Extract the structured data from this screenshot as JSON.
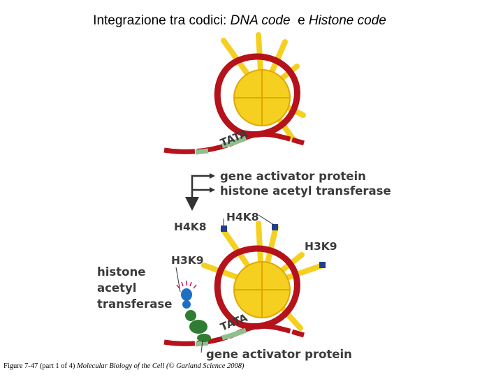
{
  "title": {
    "prefix": "Integrazione tra codici: ",
    "dna_code": "DNA code",
    "connector": "  e ",
    "histone_code": "Histone code"
  },
  "labels": {
    "tata_top": "TATA",
    "tata_bottom": "TATA",
    "gene_activator_protein": "gene activator protein",
    "histone_acetyl_transferase": "histone acetyl transferase",
    "h4k8_left": "H4K8",
    "h4k8_top": "H4K8",
    "h3k9_right": "H3K9",
    "h3k9_left": "H3K9",
    "hat_line1": "histone",
    "hat_line2": "acetyl",
    "hat_line3": "transferase",
    "gene_activator_protein_bottom": "gene activator protein"
  },
  "caption": {
    "figure": "Figure 7-47 (part 1 of 4) ",
    "source": "Molecular Biology of the Cell (© Garland Science 2008)"
  },
  "colors": {
    "dna": "#b5121b",
    "histone": "#f5d020",
    "histone_outline": "#e0a800",
    "tata_box": "#8fbf8f",
    "arrow": "#333333",
    "acetyl_mark": "#1f3f8f",
    "hat_enzyme": "#1e6fc4",
    "activator": "#2e7d32"
  }
}
